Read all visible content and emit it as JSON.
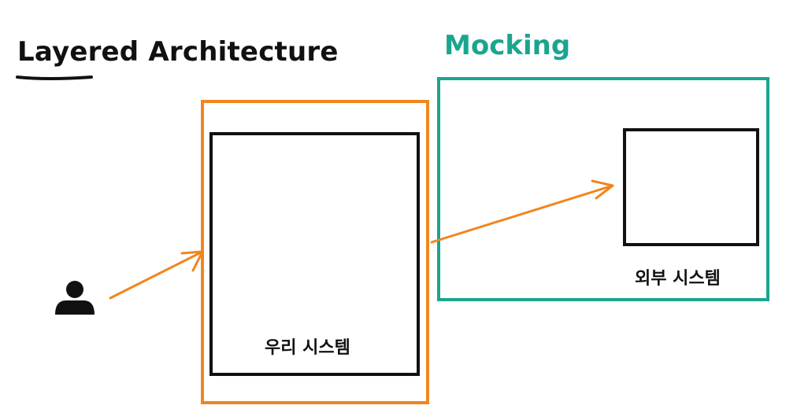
{
  "titles": {
    "layered_architecture": "Layered Architecture",
    "mocking": "Mocking"
  },
  "boxes": {
    "our_system": "우리 시스템",
    "external_system": "외부 시스템"
  },
  "icons": {
    "user": "user-icon"
  },
  "colors": {
    "orange": "#f0861f",
    "teal": "#1aa58f",
    "black": "#111111"
  }
}
